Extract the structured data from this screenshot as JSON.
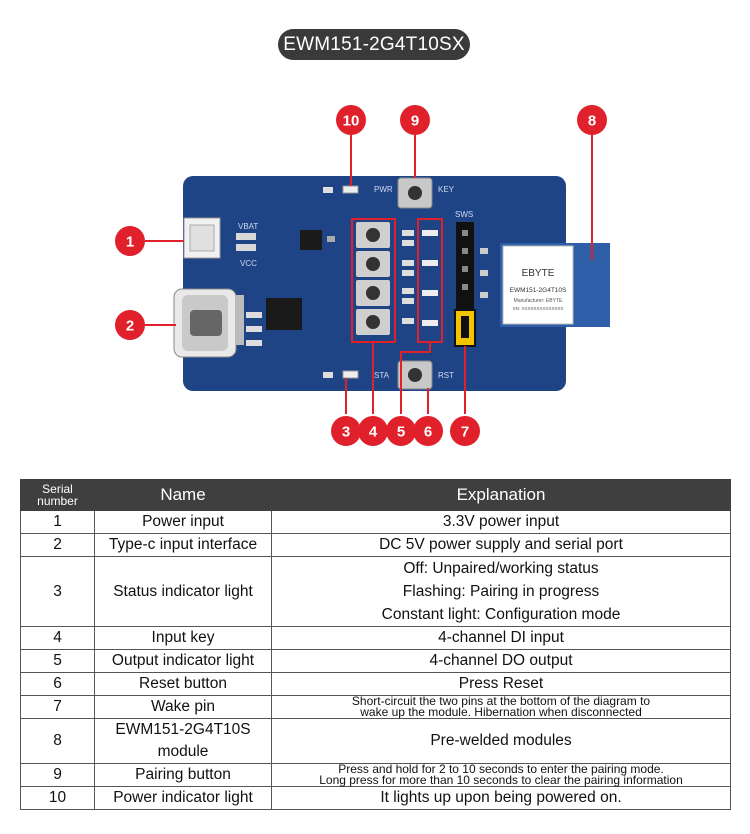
{
  "title": "EWM151-2G4T10SX",
  "board": {
    "labels": {
      "vbat": "VBAT",
      "vcc": "VCC",
      "pwr": "PWR",
      "key": "KEY",
      "sws": "SWS",
      "sta": "STA",
      "rst": "RST"
    },
    "module": {
      "brand": "EBYTE",
      "model": "EWM151-2G4T10S",
      "manufacturer": "Manufacturer: EBYTE",
      "sn": "SN: XXXXXXXXXXXXXX"
    }
  },
  "callouts": [
    "1",
    "2",
    "3",
    "4",
    "5",
    "6",
    "7",
    "8",
    "9",
    "10"
  ],
  "table": {
    "headers": {
      "serial_line1": "Serial",
      "serial_line2": "number",
      "name": "Name",
      "explanation": "Explanation"
    },
    "rows": [
      {
        "num": "1",
        "name": "Power input",
        "explanation": [
          "3.3V power input"
        ]
      },
      {
        "num": "2",
        "name": "Type-c input interface",
        "explanation": [
          "DC 5V power supply and serial port"
        ]
      },
      {
        "num": "3",
        "name": "Status indicator light",
        "explanation": [
          "Off: Unpaired/working status",
          "Flashing: Pairing in progress",
          "Constant light: Configuration mode"
        ]
      },
      {
        "num": "4",
        "name": "Input key",
        "explanation": [
          "4-channel DI input"
        ]
      },
      {
        "num": "5",
        "name": "Output indicator light",
        "explanation": [
          "4-channel DO output"
        ]
      },
      {
        "num": "6",
        "name": "Reset button",
        "explanation": [
          "Press Reset"
        ]
      },
      {
        "num": "7",
        "name": "Wake pin",
        "explanation": [
          "Short-circuit the two pins at the bottom of the diagram to",
          "wake up the module. Hibernation when disconnected"
        ]
      },
      {
        "num": "8",
        "name": "EWM151-2G4T10S module",
        "explanation": [
          "Pre-welded modules"
        ]
      },
      {
        "num": "9",
        "name": "Pairing button",
        "explanation": [
          "Press and hold for 2 to 10 seconds to enter the pairing mode.",
          "Long press for more than 10 seconds to clear the pairing information"
        ]
      },
      {
        "num": "10",
        "name": "Power indicator light",
        "explanation": [
          "It lights up upon being powered on."
        ]
      }
    ]
  }
}
